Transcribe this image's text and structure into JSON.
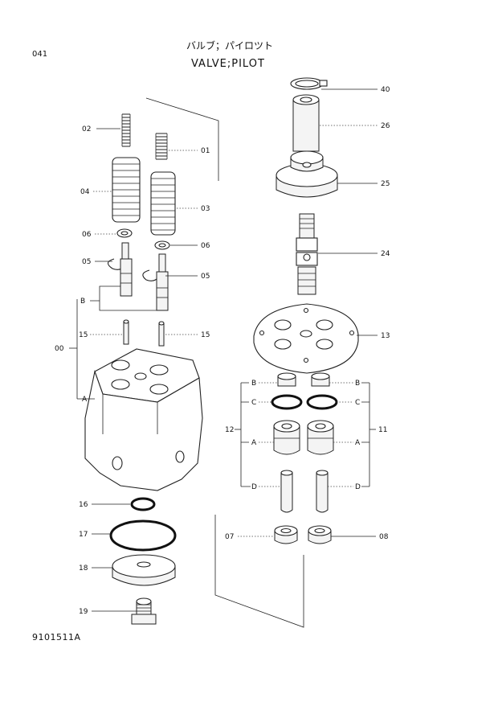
{
  "header": {
    "page_number": "041",
    "title_jp": "バルブ；パイロツト",
    "title_en": "VALVE;PILOT"
  },
  "footer": {
    "code": "9101511A"
  },
  "callouts": {
    "c40": "40",
    "c26": "26",
    "c25": "25",
    "c24": "24",
    "c13": "13",
    "c02": "02",
    "c01": "01",
    "c04": "04",
    "c03": "03",
    "c06a": "06",
    "c06b": "06",
    "c05a": "05",
    "c05b": "05",
    "c15a": "15",
    "c15b": "15",
    "c00": "00",
    "cB_left": "B",
    "cA_left": "A",
    "c16": "16",
    "c17": "17",
    "c18": "18",
    "c19": "19",
    "cB_l": "B",
    "cB_r": "B",
    "cC_l": "C",
    "cC_r": "C",
    "cA_l": "A",
    "cA_r": "A",
    "cD_l": "D",
    "cD_r": "D",
    "c12": "12",
    "c11": "11",
    "c07": "07",
    "c08": "08"
  }
}
